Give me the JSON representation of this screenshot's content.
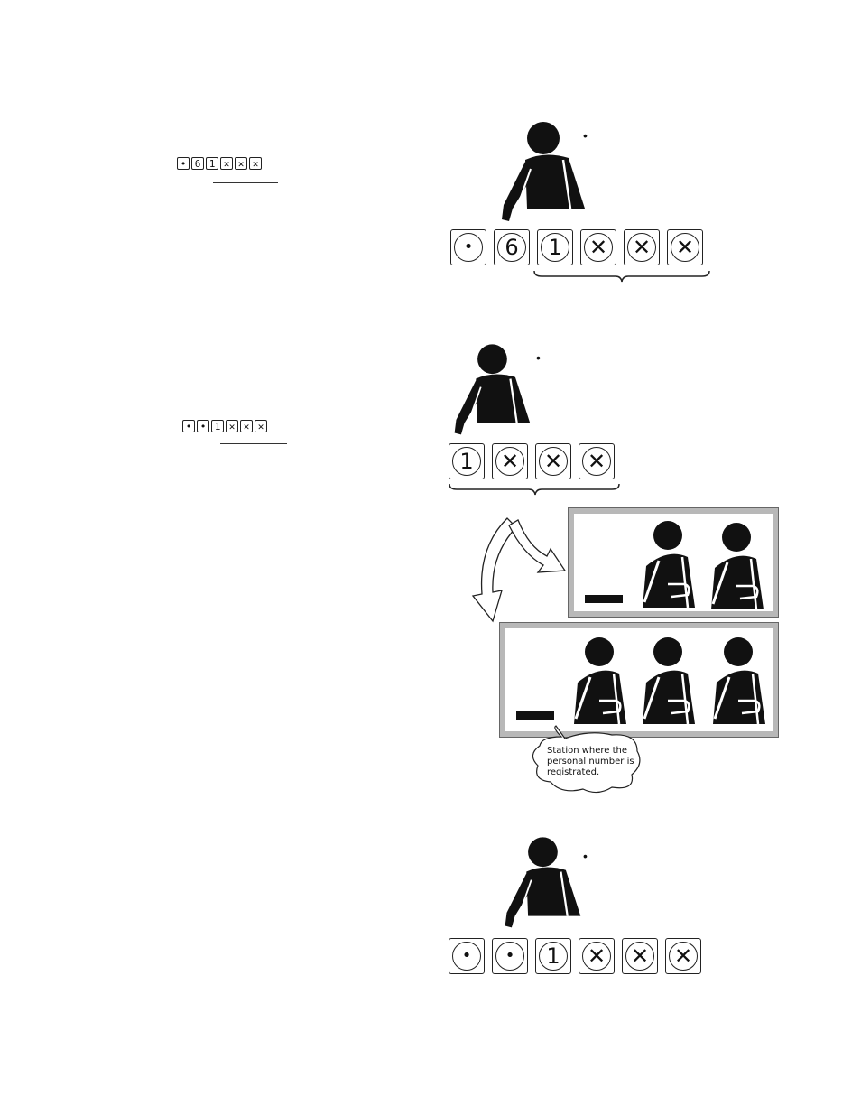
{
  "left": {
    "sequence_1": [
      {
        "name": "dot-key",
        "symbol": "•"
      },
      {
        "name": "digit-6-key",
        "symbol": "6"
      },
      {
        "name": "digit-1-key",
        "symbol": "1"
      },
      {
        "name": "x-key",
        "symbol": "✕"
      },
      {
        "name": "x-key",
        "symbol": "✕"
      },
      {
        "name": "x-key",
        "symbol": "✕"
      }
    ],
    "sequence_2": [
      {
        "name": "dot-key",
        "symbol": "•"
      },
      {
        "name": "dot-key",
        "symbol": "•"
      },
      {
        "name": "digit-1-key",
        "symbol": "1"
      },
      {
        "name": "x-key",
        "symbol": "✕"
      },
      {
        "name": "x-key",
        "symbol": "✕"
      },
      {
        "name": "x-key",
        "symbol": "✕"
      }
    ]
  },
  "right": {
    "fig1": {
      "bullet": "•",
      "keys": [
        "•",
        "6",
        "1",
        "✕",
        "✕",
        "✕"
      ]
    },
    "fig2": {
      "bullet": "•",
      "keys": [
        "1",
        "✕",
        "✕",
        "✕"
      ]
    },
    "bubble": {
      "line1": "Station where the",
      "line2": "personal number is",
      "line3": "registrated."
    },
    "fig3": {
      "bullet": "•",
      "keys": [
        "•",
        "•",
        "1",
        "✕",
        "✕",
        "✕"
      ]
    }
  },
  "icons": {
    "person": "person-silhouette-icon",
    "arrow": "curved-arrow-icon"
  }
}
